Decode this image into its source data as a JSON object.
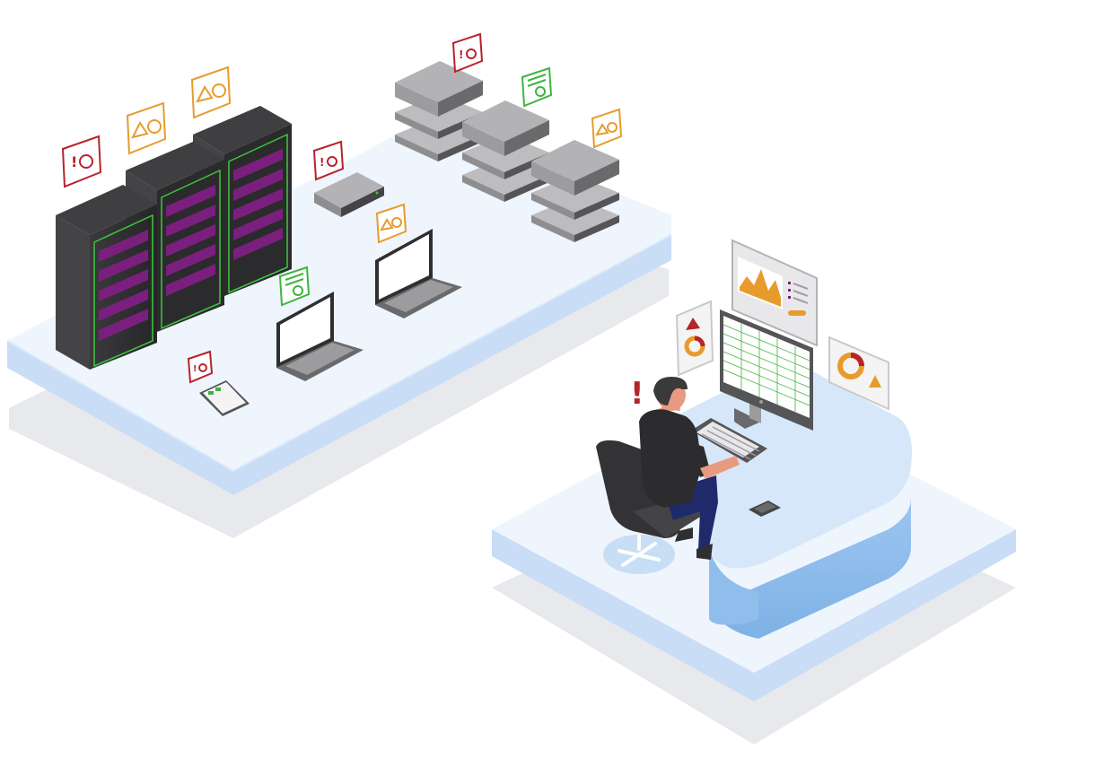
{
  "colors": {
    "background": "#ffffff",
    "platform_top": "#eef5fd",
    "platform_side": "#c9ddf6",
    "platform_shadow": "#e8e9ec",
    "desk_top": "#d6e7f9",
    "desk_front": "#8fbdec",
    "rack_dark": "#2f2f31",
    "rack_side": "#444446",
    "rack_trim": "#3cc83c",
    "rack_slot": "#7b1f7f",
    "server_gray": "#9c9c9e",
    "server_top": "#bdbdbf",
    "alert_red": "#b8232a",
    "alert_orange": "#e89b2d",
    "ok_green": "#3eb53e",
    "shirt": "#2c2c2e",
    "pants": "#1f2a6b",
    "skin": "#e79a80",
    "hair": "#3a3a3a",
    "chair": "#333335",
    "chair_base": "#c7def5"
  },
  "icons": {
    "certificate": "certificate-icon",
    "warning": "warning-icon",
    "alert": "exclamation-icon",
    "server_rack": "server-rack-icon",
    "server_stack": "server-stack-icon",
    "laptop": "laptop-icon",
    "router": "router-icon",
    "tablet": "tablet-icon",
    "monitor": "monitor-icon",
    "phone": "phone-icon",
    "chart_panel": "chart-panel-icon"
  },
  "certificates": [
    {
      "status": "error"
    },
    {
      "status": "warning"
    },
    {
      "status": "warning"
    },
    {
      "status": "error"
    },
    {
      "status": "ok"
    },
    {
      "status": "warning"
    },
    {
      "status": "error"
    },
    {
      "status": "warning"
    },
    {
      "status": "ok"
    },
    {
      "status": "error"
    }
  ]
}
